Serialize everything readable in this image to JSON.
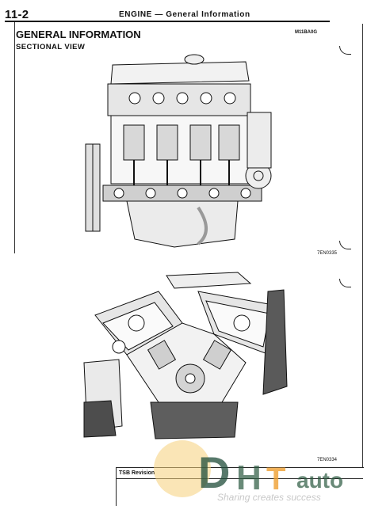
{
  "header": {
    "page_number": "11-2",
    "section_title": "ENGINE — General Information"
  },
  "content": {
    "heading": "GENERAL INFORMATION",
    "subheading": "SECTIONAL VIEW",
    "ref_code": "M11BA0G"
  },
  "figures": [
    {
      "label": "7EN0335"
    },
    {
      "label": "7EN0334"
    }
  ],
  "footer": {
    "tsb_label": "TSB Revision"
  },
  "watermark": {
    "brand": "auto",
    "tagline": "Sharing creates success"
  }
}
